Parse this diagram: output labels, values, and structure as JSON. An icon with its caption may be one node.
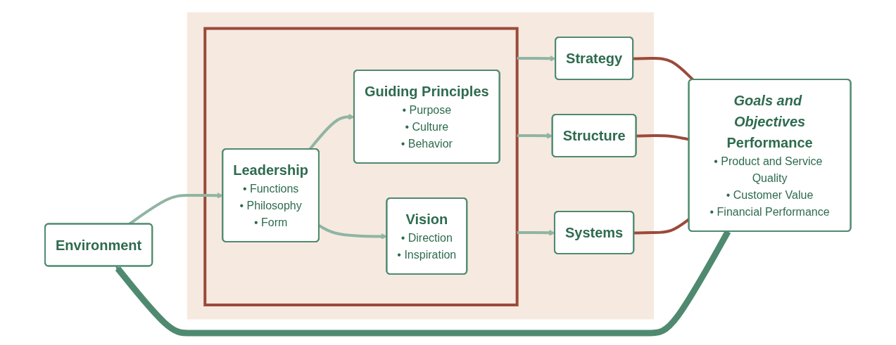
{
  "diagram": {
    "nodes": [
      {
        "text": [
          "Environment"
        ]
      },
      {
        "text": [],
        "shape": "box"
      },
      {
        "text": [],
        "shape": "box",
        "in": 1
      },
      {
        "text": [
          "Leadership",
          "• Functions",
          "• Philosophy",
          "• Form"
        ],
        "in": 2
      },
      {
        "text": [
          "Vision",
          "• Direction",
          "• Inspiration"
        ],
        "in": 2
      },
      {
        "text": [
          "Guiding Principles",
          "• Purpose",
          "• Culture",
          "• Behavior"
        ],
        "in": 2
      },
      {
        "text": [
          "Strategy"
        ],
        "in": 1
      },
      {
        "text": [
          "Structure"
        ],
        "in": 1
      },
      {
        "text": [
          "Systems"
        ],
        "in": 1
      },
      {
        "text": [
          "Goals and Objectives",
          "Performance",
          "• Product and Service Quality",
          "• Customer Value",
          "• Financial Performance"
        ]
      }
    ],
    "edges": [
      {
        "from": 0,
        "to": 3,
        "arrow": "to"
      },
      {
        "from": 3,
        "to": 4,
        "arrow": "to"
      },
      {
        "from": 3,
        "to": 5,
        "arrow": "to"
      },
      {
        "from": 2,
        "to": 6,
        "arrow": "to"
      },
      {
        "from": 2,
        "to": 7,
        "arrow": "to"
      },
      {
        "from": 2,
        "to": 8,
        "arrow": "to"
      },
      {
        "from": 6,
        "to": 9,
        "arrow": "none",
        "color": "#9b4a3a"
      },
      {
        "from": 7,
        "to": 9,
        "arrow": "none",
        "color": "#9b4a3a"
      },
      {
        "from": 8,
        "to": 9,
        "arrow": "none",
        "color": "#9b4a3a"
      },
      {
        "from": 9,
        "to": 0,
        "arrow": "to",
        "style": "thick",
        "color": "#4f8a70"
      }
    ]
  }
}
